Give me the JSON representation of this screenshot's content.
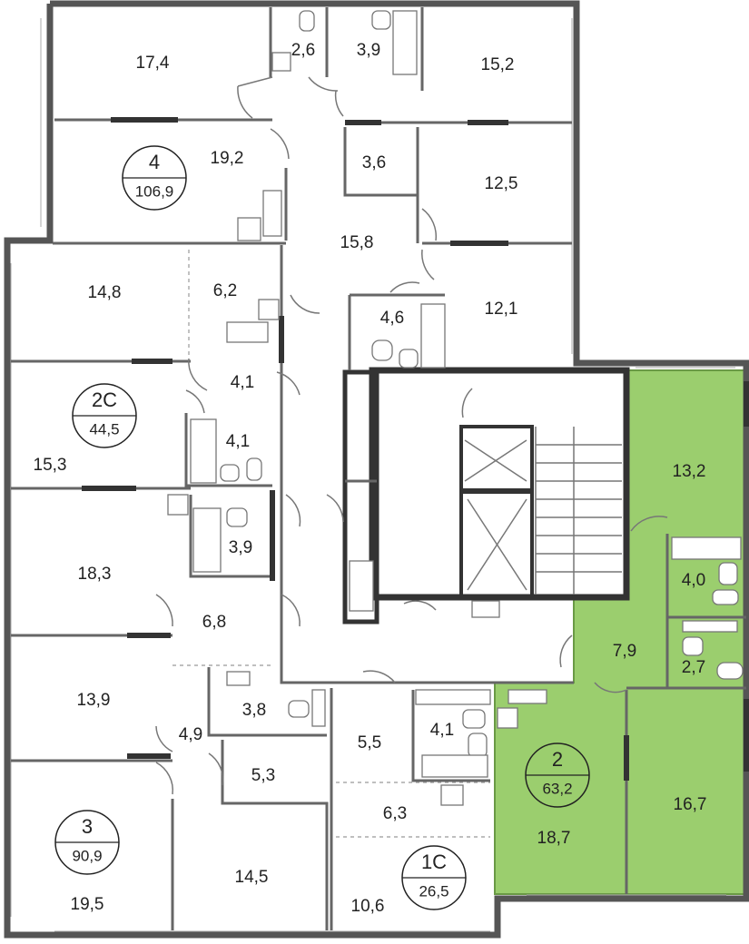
{
  "colors": {
    "highlight": "#9bce6e",
    "highlight_stroke": "#6a9a45",
    "wall": "#555555",
    "background": "#ffffff"
  },
  "apartments": [
    {
      "number": "4",
      "area": "106,9"
    },
    {
      "number": "2С",
      "area": "44,5"
    },
    {
      "number": "3",
      "area": "90,9"
    },
    {
      "number": "1С",
      "area": "26,5"
    },
    {
      "number": "2",
      "area": "63,2"
    }
  ],
  "rooms": [
    "17,4",
    "2,6",
    "3,9",
    "15,2",
    "19,2",
    "3,6",
    "12,5",
    "15,8",
    "14,8",
    "6,2",
    "4,6",
    "12,1",
    "4,1",
    "4,1",
    "15,3",
    "13,2",
    "3,9",
    "4,0",
    "18,3",
    "6,8",
    "7,9",
    "2,7",
    "13,9",
    "3,8",
    "4,9",
    "5,5",
    "4,1",
    "5,3",
    "6,3",
    "18,7",
    "16,7",
    "14,5",
    "19,5",
    "10,6"
  ]
}
